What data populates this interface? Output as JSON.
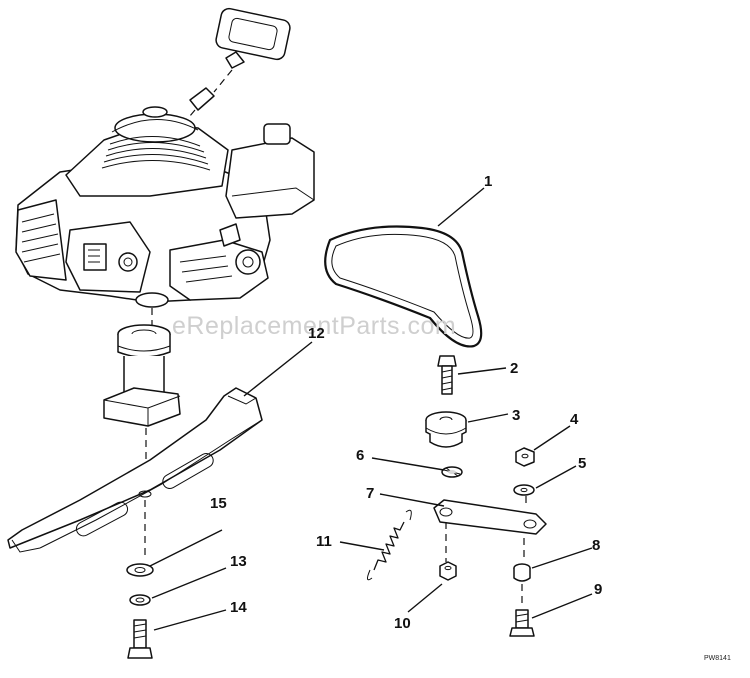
{
  "diagram": {
    "watermark": "eReplacementParts.com",
    "drawing_code": "PW8141",
    "callouts": [
      {
        "id": "1",
        "label": "1"
      },
      {
        "id": "2",
        "label": "2"
      },
      {
        "id": "3",
        "label": "3"
      },
      {
        "id": "4",
        "label": "4"
      },
      {
        "id": "5",
        "label": "5"
      },
      {
        "id": "6",
        "label": "6"
      },
      {
        "id": "7",
        "label": "7"
      },
      {
        "id": "8",
        "label": "8"
      },
      {
        "id": "9",
        "label": "9"
      },
      {
        "id": "10",
        "label": "10"
      },
      {
        "id": "11",
        "label": "11"
      },
      {
        "id": "12",
        "label": "12"
      },
      {
        "id": "13",
        "label": "13"
      },
      {
        "id": "14",
        "label": "14"
      },
      {
        "id": "15",
        "label": "15"
      }
    ]
  }
}
